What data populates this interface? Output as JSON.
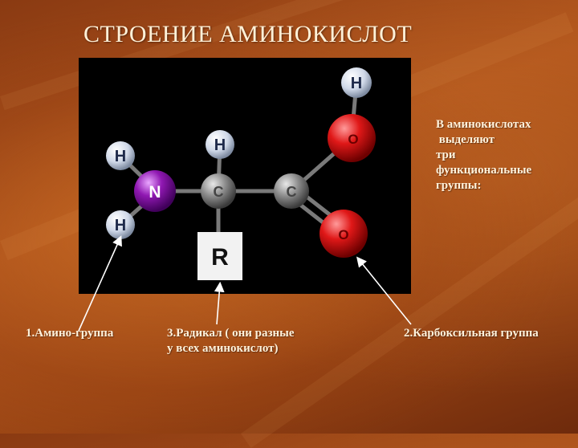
{
  "title": "СТРОЕНИЕ АМИНОКИСЛОТ",
  "molecule": {
    "atoms": {
      "h_top": "H",
      "o_top": "O",
      "h_center": "H",
      "h_left_top": "H",
      "n": "N",
      "c_alpha": "C",
      "c_carboxyl": "C",
      "h_left_bottom": "H",
      "o_bottom": "O",
      "r": "R"
    }
  },
  "side_text": {
    "line1": "В аминокислотах",
    "line2": " выделяют",
    "line3": "три",
    "line4": "функциональные",
    "line5": "группы:"
  },
  "labels": {
    "amino_group": "1.Амино-группа",
    "radical_line1": "3.Радикал ( они разные",
    "radical_line2": "у всех аминокислот)",
    "carboxyl_group": "2.Карбоксильная группа"
  },
  "colors": {
    "hydrogen": "#dfe6f2",
    "oxygen": "#d81414",
    "nitrogen": "#8a16a8",
    "carbon": "#8c8c8c",
    "bond": "#7a7a7a"
  }
}
